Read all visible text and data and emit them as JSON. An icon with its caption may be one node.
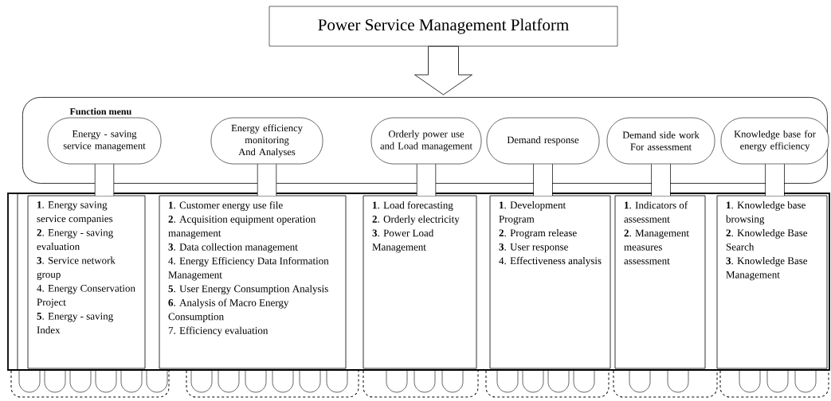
{
  "diagram": {
    "nodes": [
      {
        "text": [
          "Power Service Management Platform"
        ]
      },
      {
        "text": [
          "Function menu"
        ]
      },
      {
        "text": [
          "Energy - saving service management"
        ],
        "in": 1
      },
      {
        "text": [
          "Energy efficiency monitoring And Analyses"
        ],
        "in": 1
      },
      {
        "text": [
          "Orderly power use and Load management"
        ],
        "in": 1
      },
      {
        "text": [
          "Demand response"
        ],
        "in": 1
      },
      {
        "text": [
          "Demand side work For assessment"
        ],
        "in": 1
      },
      {
        "text": [
          "Knowledge base for energy efficiency"
        ],
        "in": 1
      },
      {
        "text": [
          "**1**. Energy saving service companies",
          "**2**. Energy - saving evaluation",
          "**3**. Service network group",
          "4. Energy Conservation Project",
          "**5**. Energy - saving Index"
        ]
      },
      {
        "text": [
          "**1**. Customer energy use file",
          "**2**. Acquisition equipment operation management",
          "**3**. Data collection management",
          "4. Energy Efficiency Data Information Management",
          "**5**. User Energy Consumption Analysis",
          "**6**. Analysis of Macro Energy Consumption",
          "7. Efficiency evaluation"
        ]
      },
      {
        "text": [
          "**1**. Load forecasting",
          "**2**. Orderly electricity",
          "**3**. Power Load Management"
        ]
      },
      {
        "text": [
          "**1**. Development Program",
          "**2**. Program release",
          "**3**. User response",
          "4. Effectiveness analysis"
        ]
      },
      {
        "text": [
          "**1**. Indicators of assessment",
          "**2**. Management measures assessment"
        ]
      },
      {
        "text": [
          "**1**. Knowledge base browsing",
          "**2**. Knowledge Base Search",
          "**3**. Knowledge Base Management"
        ]
      }
    ],
    "edges": [
      {
        "from": 0,
        "to": 1,
        "arrow": "to"
      },
      {
        "from": 2,
        "to": 8,
        "arrow": "none"
      },
      {
        "from": 3,
        "to": 9,
        "arrow": "none"
      },
      {
        "from": 4,
        "to": 10,
        "arrow": "none"
      },
      {
        "from": 5,
        "to": 11,
        "arrow": "none"
      },
      {
        "from": 6,
        "to": 12,
        "arrow": "none"
      },
      {
        "from": 7,
        "to": 13,
        "arrow": "none"
      }
    ]
  }
}
